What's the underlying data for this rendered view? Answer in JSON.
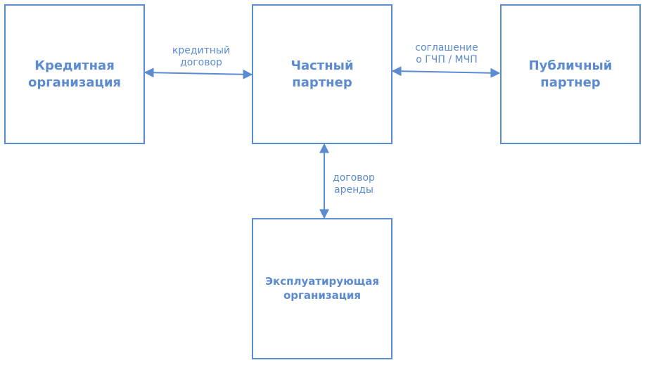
{
  "colors": {
    "accent": "#5b8bd0",
    "background": "#ffffff"
  },
  "nodes": {
    "credit": {
      "label": "Кредитная\nорганизация"
    },
    "private": {
      "label": "Частный\nпартнер"
    },
    "public": {
      "label": "Публичный\nпартнер"
    },
    "operator": {
      "label": "Эксплуатирующая\nорганизация"
    }
  },
  "edges": {
    "credit_private": {
      "label": "кредитный\nдоговор"
    },
    "private_public": {
      "label": "соглашение\nо ГЧП / МЧП"
    },
    "private_operator": {
      "label": "договор\nаренды"
    }
  }
}
